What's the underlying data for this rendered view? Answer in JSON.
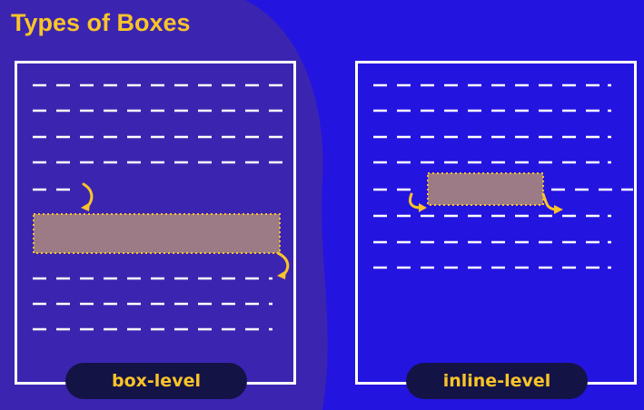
{
  "title": "Types of Boxes",
  "panels": [
    {
      "label": "box-level"
    },
    {
      "label": "inline-level"
    }
  ],
  "colors": {
    "background": "#2414e0",
    "accent": "#f9c428",
    "frame": "#ffffff",
    "label_pill": "#141346",
    "highlight_box": "#9c7a86"
  }
}
